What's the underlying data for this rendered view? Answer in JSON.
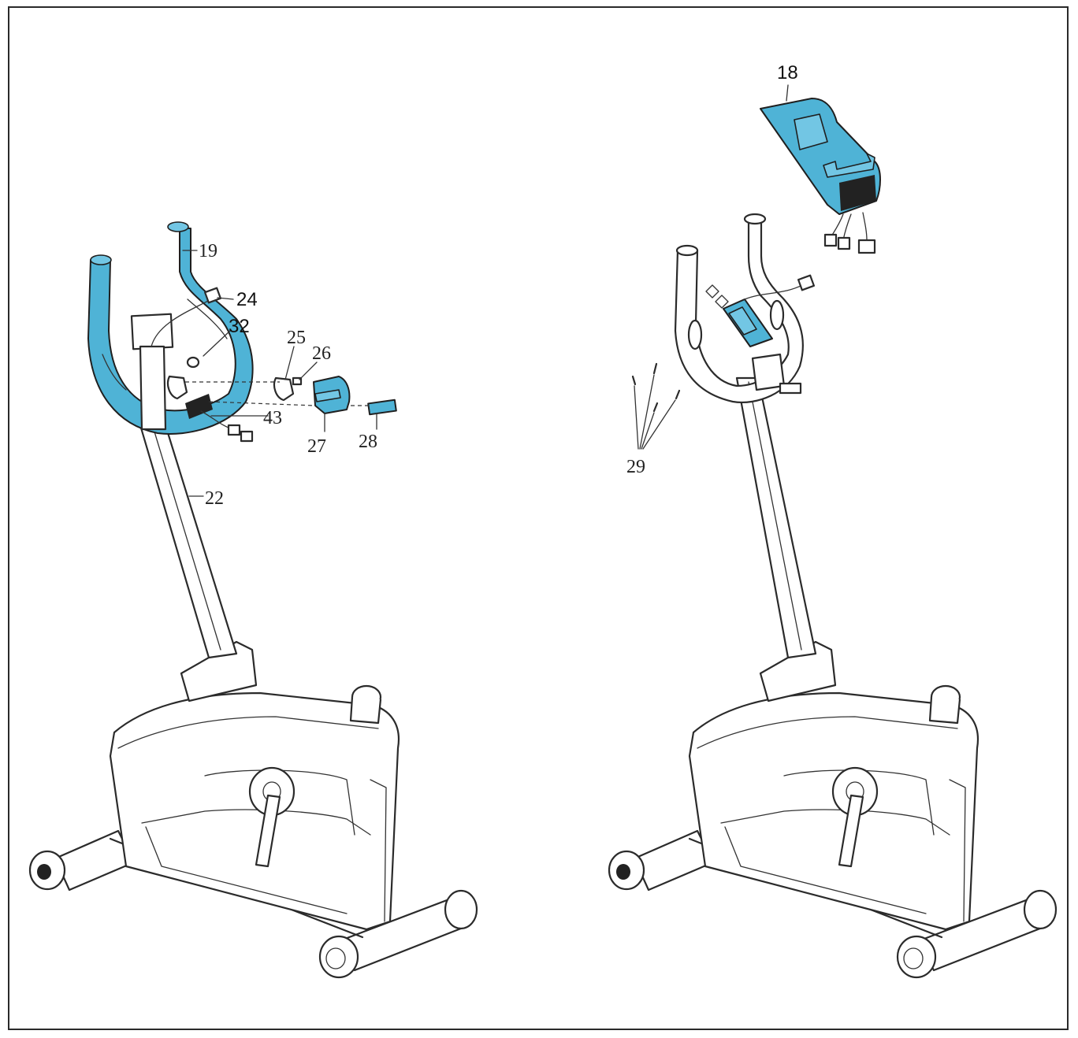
{
  "colors": {
    "highlight": "#4fb3d6",
    "outline": "#2b2b2b",
    "background": "#ffffff"
  },
  "left_assembly": {
    "callouts": [
      "19",
      "24",
      "32",
      "25",
      "26",
      "43",
      "27",
      "28",
      "22"
    ]
  },
  "right_assembly": {
    "callouts": [
      "18",
      "29"
    ]
  }
}
